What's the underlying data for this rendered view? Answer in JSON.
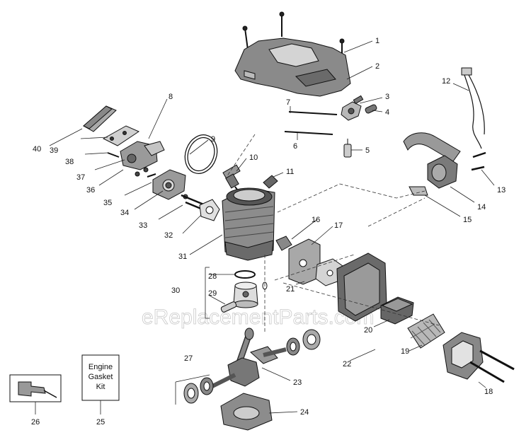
{
  "watermark": "eReplacementParts.com",
  "kit_box": {
    "line1": "Engine",
    "line2": "Gasket",
    "line3": "Kit"
  },
  "callouts": [
    {
      "id": "1",
      "label": "1"
    },
    {
      "id": "2",
      "label": "2"
    },
    {
      "id": "3",
      "label": "3"
    },
    {
      "id": "4",
      "label": "4"
    },
    {
      "id": "5",
      "label": "5"
    },
    {
      "id": "6",
      "label": "6"
    },
    {
      "id": "7",
      "label": "7"
    },
    {
      "id": "8",
      "label": "8"
    },
    {
      "id": "9",
      "label": "9"
    },
    {
      "id": "10",
      "label": "10"
    },
    {
      "id": "11",
      "label": "11"
    },
    {
      "id": "12",
      "label": "12"
    },
    {
      "id": "13",
      "label": "13"
    },
    {
      "id": "14",
      "label": "14"
    },
    {
      "id": "15",
      "label": "15"
    },
    {
      "id": "16",
      "label": "16"
    },
    {
      "id": "17",
      "label": "17"
    },
    {
      "id": "18",
      "label": "18"
    },
    {
      "id": "19",
      "label": "19"
    },
    {
      "id": "20",
      "label": "20"
    },
    {
      "id": "21",
      "label": "21"
    },
    {
      "id": "22",
      "label": "22"
    },
    {
      "id": "23",
      "label": "23"
    },
    {
      "id": "24",
      "label": "24"
    },
    {
      "id": "25",
      "label": "25"
    },
    {
      "id": "26",
      "label": "26"
    },
    {
      "id": "27",
      "label": "27"
    },
    {
      "id": "28",
      "label": "28"
    },
    {
      "id": "29",
      "label": "29"
    },
    {
      "id": "30",
      "label": "30"
    },
    {
      "id": "31",
      "label": "31"
    },
    {
      "id": "32",
      "label": "32"
    },
    {
      "id": "33",
      "label": "33"
    },
    {
      "id": "34",
      "label": "34"
    },
    {
      "id": "35",
      "label": "35"
    },
    {
      "id": "36",
      "label": "36"
    },
    {
      "id": "37",
      "label": "37"
    },
    {
      "id": "38",
      "label": "38"
    },
    {
      "id": "39",
      "label": "39"
    },
    {
      "id": "40",
      "label": "40"
    }
  ]
}
